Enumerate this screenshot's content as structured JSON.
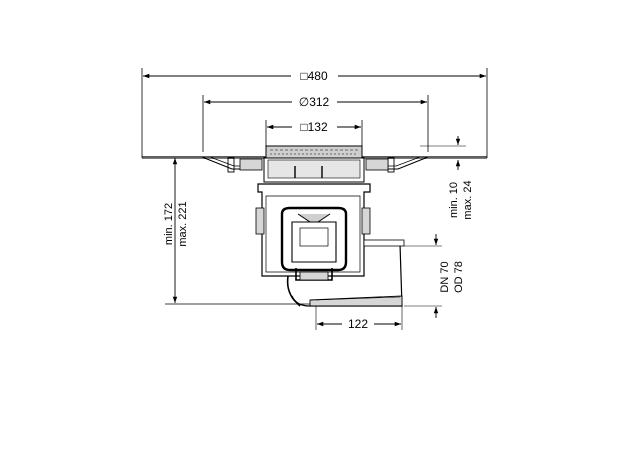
{
  "drawing": {
    "dims": {
      "outer_width": "□480",
      "diameter": "∅312",
      "inner_square": "□132",
      "outlet_offset": "122",
      "height_min": "min. 172",
      "height_max": "max. 221",
      "adjust_min": "min. 10",
      "adjust_max": "max. 24",
      "outlet_dn": "DN 70",
      "outlet_od": "OD 78"
    }
  }
}
